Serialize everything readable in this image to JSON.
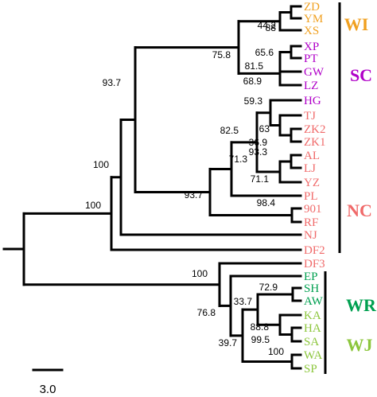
{
  "colors": {
    "WI": "#f0a020",
    "SC": "#b000c8",
    "NC": "#f06a6a",
    "WR": "#00a050",
    "WJ": "#8cc63c"
  },
  "taxa": [
    {
      "label": "ZD",
      "group": "WI"
    },
    {
      "label": "YM",
      "group": "WI"
    },
    {
      "label": "XS",
      "group": "WI"
    },
    {
      "label": "XP",
      "group": "SC"
    },
    {
      "label": "PT",
      "group": "SC"
    },
    {
      "label": "GW",
      "group": "SC"
    },
    {
      "label": "LZ",
      "group": "SC"
    },
    {
      "label": "HG",
      "group": "SC"
    },
    {
      "label": "TJ",
      "group": "NC"
    },
    {
      "label": "ZK2",
      "group": "NC"
    },
    {
      "label": "ZK1",
      "group": "NC"
    },
    {
      "label": "AL",
      "group": "NC"
    },
    {
      "label": "LJ",
      "group": "NC"
    },
    {
      "label": "YZ",
      "group": "NC"
    },
    {
      "label": "PL",
      "group": "NC"
    },
    {
      "label": "901",
      "group": "NC"
    },
    {
      "label": "RF",
      "group": "NC"
    },
    {
      "label": "NJ",
      "group": "NC"
    },
    {
      "label": "DF2",
      "group": "NC"
    },
    {
      "label": "DF3",
      "group": "NC"
    },
    {
      "label": "EP",
      "group": "WR"
    },
    {
      "label": "SH",
      "group": "WR"
    },
    {
      "label": "AW",
      "group": "WR"
    },
    {
      "label": "KA",
      "group": "WJ"
    },
    {
      "label": "HA",
      "group": "WJ"
    },
    {
      "label": "SA",
      "group": "WJ"
    },
    {
      "label": "WA",
      "group": "WJ"
    },
    {
      "label": "SP",
      "group": "WJ"
    }
  ],
  "supports": [
    "44.2",
    "88",
    "75.8",
    "65.6",
    "81.5",
    "68.9",
    "93.7",
    "59.3",
    "63",
    "36.9",
    "82.5",
    "93.3",
    "71.1",
    "71.3",
    "93.7",
    "98.4",
    "100",
    "100",
    "100",
    "72.9",
    "33.7",
    "88.8",
    "99.5",
    "76.8",
    "100",
    "39.7"
  ],
  "groups": [
    {
      "key": "WI",
      "label": "WI"
    },
    {
      "key": "SC",
      "label": "SC"
    },
    {
      "key": "NC",
      "label": "NC"
    },
    {
      "key": "WR",
      "label": "WR"
    },
    {
      "key": "WJ",
      "label": "WJ"
    }
  ],
  "scale_bar": {
    "label": "3.0"
  }
}
